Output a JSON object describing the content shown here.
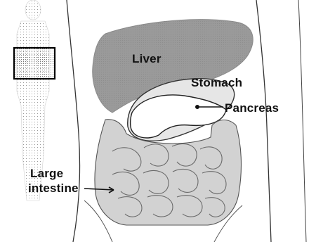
{
  "labels": {
    "liver": "Liver",
    "stomach": "Stomach",
    "pancreas": "Pancreas",
    "large_intestine_line1": "Large",
    "large_intestine_line2": "intestine"
  },
  "colors": {
    "liver_fill": "#9a9a9a",
    "stomach_fill": "#e6e6e6",
    "pancreas_fill": "#ffffff",
    "intestine_fill": "#d2d2d2",
    "outline": "#222222",
    "label_text": "#111111"
  }
}
